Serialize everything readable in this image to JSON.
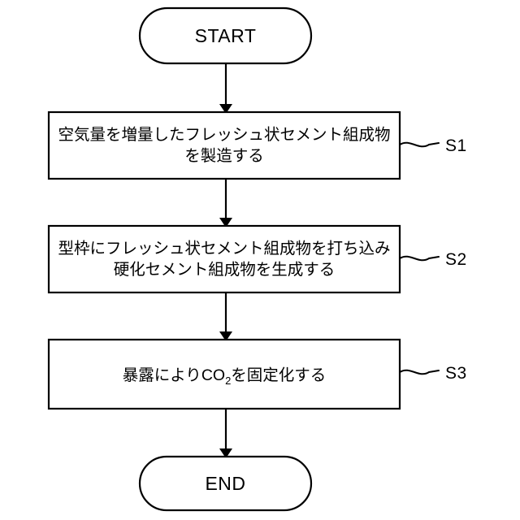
{
  "diagram": {
    "title_text": "",
    "colors": {
      "background": "#ffffff",
      "stroke": "#000000",
      "text": "#000000",
      "shape_fill": "#ffffff"
    },
    "start": {
      "label": "START"
    },
    "end": {
      "label": "END"
    },
    "steps": [
      {
        "id": "S1",
        "step_label": "S1",
        "lines": [
          "空気量を増量したフレッシュ状セメント組成物",
          "を製造する"
        ]
      },
      {
        "id": "S2",
        "step_label": "S2",
        "lines": [
          "型枠にフレッシュ状セメント組成物を打ち込み",
          "硬化セメント組成物を生成する"
        ]
      },
      {
        "id": "S3",
        "step_label": "S3",
        "lines_rich": [
          {
            "parts": [
              {
                "text": "暴露により",
                "sub": false
              },
              {
                "text": "CO",
                "sub": false
              },
              {
                "text": "2",
                "sub": true
              },
              {
                "text": "を固定化する",
                "sub": false
              }
            ]
          }
        ]
      }
    ],
    "connectors": [
      {
        "from": "start",
        "to": "S1"
      },
      {
        "from": "S1",
        "to": "S2"
      },
      {
        "from": "S2",
        "to": "S3"
      },
      {
        "from": "S3",
        "to": "end"
      }
    ]
  }
}
